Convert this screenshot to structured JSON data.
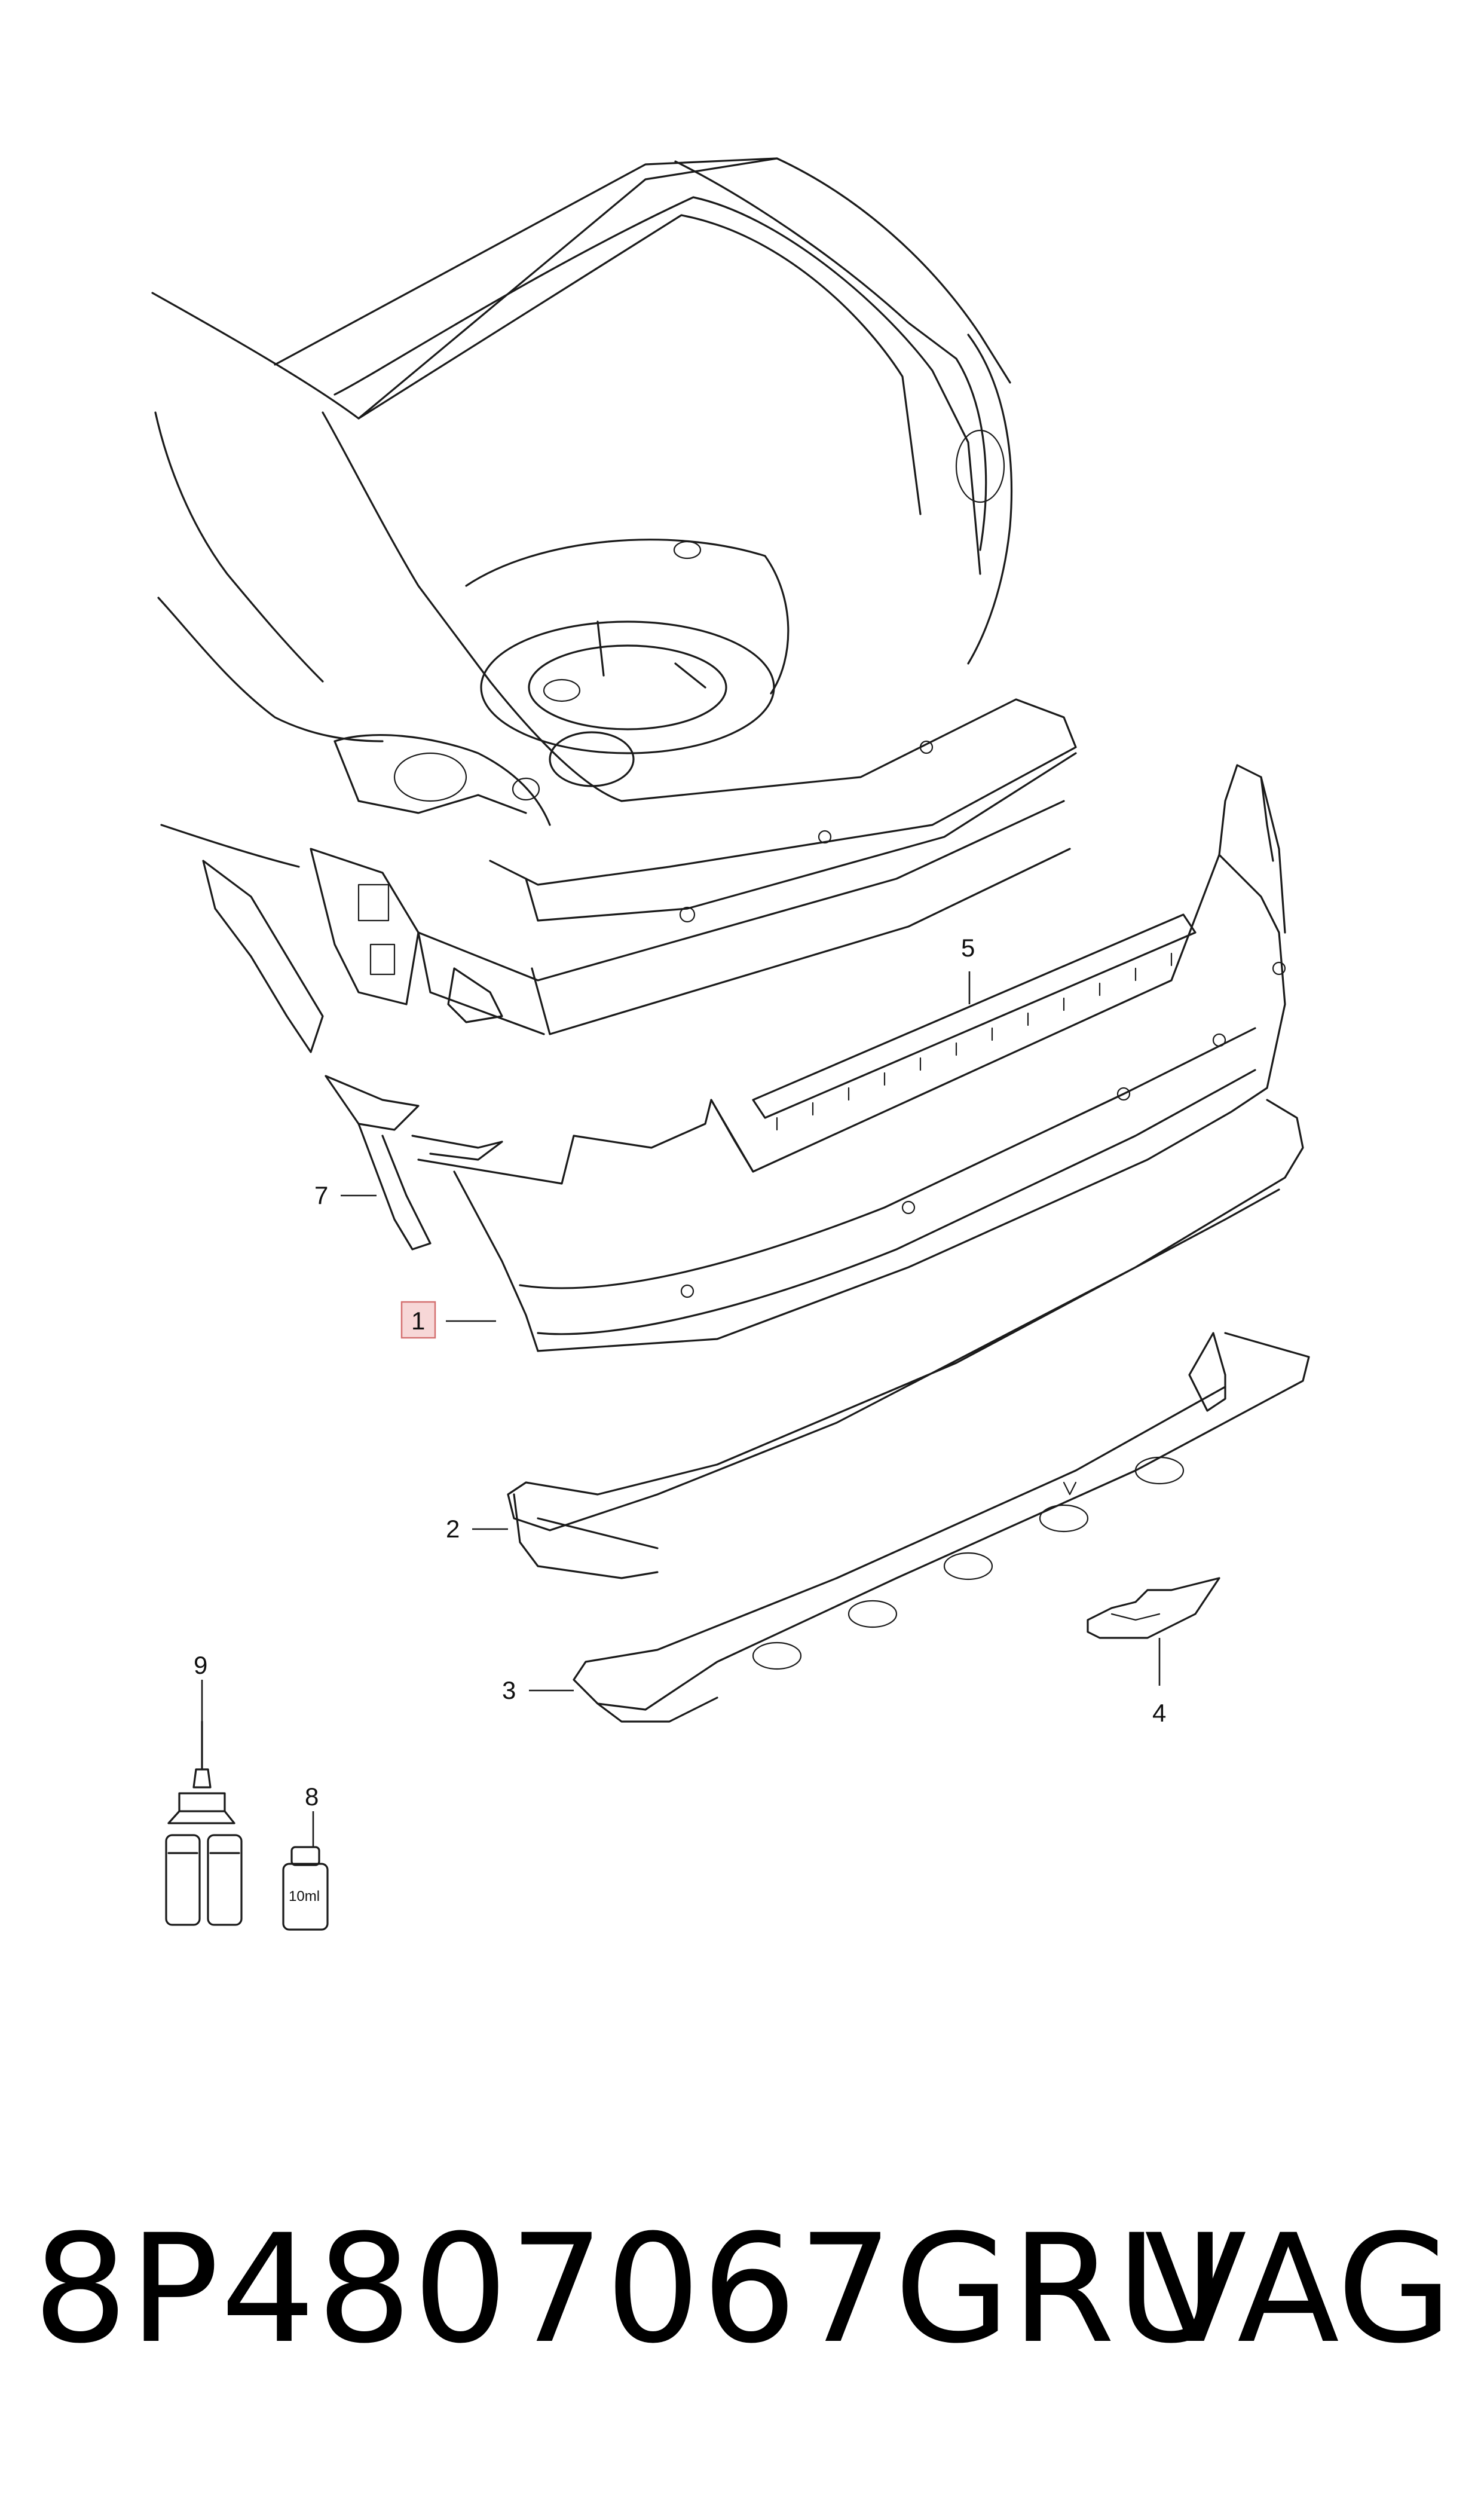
{
  "callouts": [
    {
      "id": "1",
      "label": "1",
      "highlighted": true
    },
    {
      "id": "2",
      "label": "2"
    },
    {
      "id": "3",
      "label": "3"
    },
    {
      "id": "4",
      "label": "4"
    },
    {
      "id": "5",
      "label": "5"
    },
    {
      "id": "7",
      "label": "7"
    },
    {
      "id": "8",
      "label": "8"
    },
    {
      "id": "9",
      "label": "9"
    }
  ],
  "bottle_label": "10ml",
  "footer": {
    "part_number": "8P4807067GRU",
    "brand": "VAG"
  },
  "colors": {
    "line": "#1a1a1a",
    "highlight_fill": "#f7d7d7",
    "highlight_stroke": "#d47070"
  }
}
